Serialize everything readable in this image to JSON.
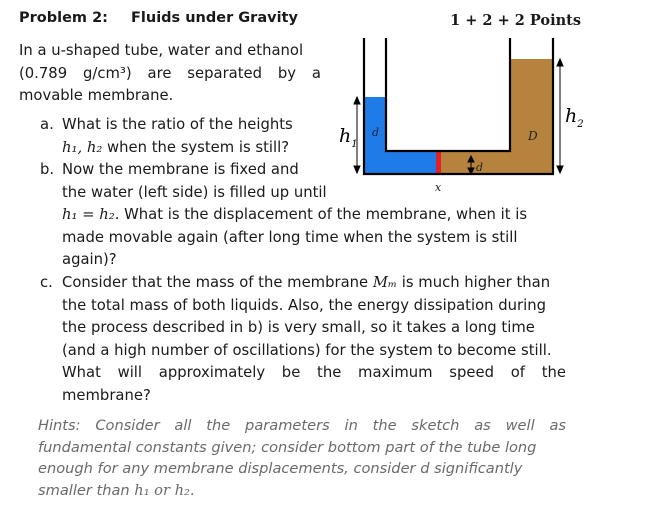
{
  "header": {
    "problem": "Problem 2:",
    "title": "Fluids under Gravity",
    "points": "1 + 2 + 2 Points"
  },
  "intro": {
    "line1": "In a u-shaped tube, water and ethanol",
    "line2": "(0.789 g/cm³) are separated by a",
    "line3": "movable membrane."
  },
  "part_a": {
    "label": "a.",
    "line1": "What is the ratio of the heights",
    "line2_pre": "h₁, h₂",
    "line2_post": " when the system is still?"
  },
  "part_b": {
    "label": "b.",
    "line1": "Now the membrane is fixed and",
    "line2": "the water (left side) is filled up until",
    "line3_math": "h₁ = h₂.",
    "line3_text": " What is the displacement of the membrane, when it is",
    "line4": "made movable again (after long time when the system is still",
    "line5": "again)?"
  },
  "part_c": {
    "label": "c.",
    "line1_pre": "Consider that the mass of the membrane ",
    "line1_math": "Mₘ",
    "line1_post": " is much higher than",
    "line2": "the total mass of both liquids. Also, the energy dissipation during",
    "line3": "the process described in b) is very small, so it takes a long time",
    "line4": "(and a high number of oscillations) for the system to become still.",
    "line5": "What will approximately be the maximum speed of the",
    "line6": "membrane?"
  },
  "hints": {
    "line1": "Hints: Consider all the parameters in the sketch as well as",
    "line2": "fundamental constants given; consider bottom part of the tube long",
    "line3": "enough for any membrane displacements, consider d significantly",
    "line4_pre": "smaller than ",
    "line4_math": "h₁ or h₂."
  },
  "diagram": {
    "label_h1": "h",
    "label_h1_sub": "1",
    "label_h2": "h",
    "label_h2_sub": "2",
    "label_d_left": "d",
    "label_d_bottom": "d",
    "label_D": "D",
    "label_x": "x",
    "colors": {
      "water": "#1f7be8",
      "ethanol": "#b5833d",
      "membrane": "#e0202a",
      "tube": "#000000"
    }
  }
}
